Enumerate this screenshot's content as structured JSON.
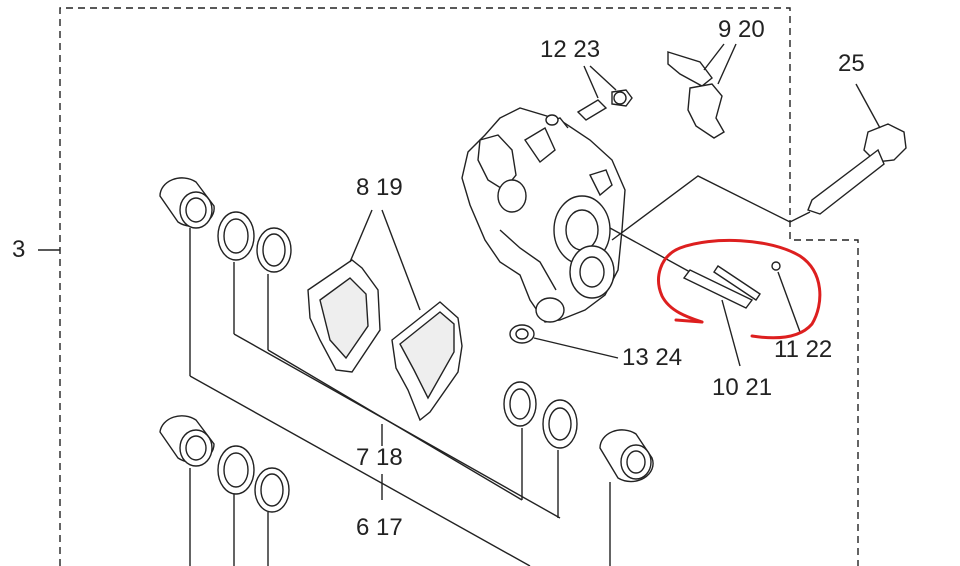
{
  "labels": {
    "part_3": "3",
    "part_12_23": "12 23",
    "part_9_20": "9 20",
    "part_25": "25",
    "part_8_19": "8 19",
    "part_13_24": "13 24",
    "part_11_22": "11 22",
    "part_10_21": "10 21",
    "part_7_18": "7 18",
    "part_6_17": "6 17"
  },
  "colors": {
    "line": "#222222",
    "highlight": "#dd1f1f",
    "fill": "#ffffff",
    "shade": "#e6e6e6"
  }
}
